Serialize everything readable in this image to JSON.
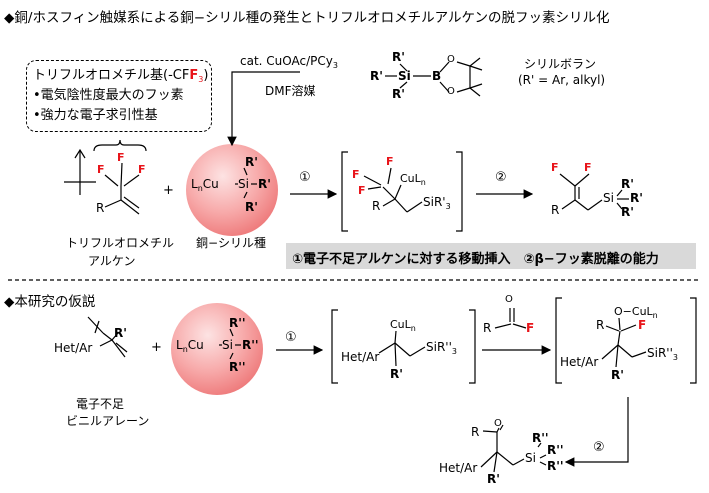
{
  "section1": {
    "title": "銅/ホスフィン触媒系による銅−シリル種の発生とトリフルオロメチルアルケンの脱フッ素シリル化",
    "box_title": "トリフルオロメチル基(-CF",
    "box_title_sub": "3",
    "box_title_close": ")",
    "box_line1": "電気陰性度最大のフッ素",
    "box_line2": "強力な電子求引性基",
    "catalyst": "cat. CuOAc/PCy",
    "catalyst_sub": "3",
    "solvent": "DMF溶媒",
    "silylborane_name": "シリルボラン",
    "silylborane_note": "(R' = Ar, alkyl)",
    "alkene_name_1": "トリフルオロメチル",
    "alkene_name_2": "アルケン",
    "copper_silyl_name": "銅−シリル種",
    "ability_text": "①電子不足アルケンに対する移動挿入　②β−フッ素脱離の能力",
    "step1": "①",
    "step2": "②"
  },
  "section2": {
    "title": "本研究の仮説",
    "alkene_name_1": "電子不足",
    "alkene_name_2": "ビニルアレーン",
    "step1": "①",
    "step2": "②"
  },
  "labels": {
    "F": "F",
    "R": "R",
    "Rp": "R'",
    "Rpp": "R''",
    "Si": "Si",
    "B": "B",
    "O": "O",
    "CuLn": "CuL",
    "n": "n",
    "LnCu": "L",
    "Cu": "Cu",
    "SiR3": "SiR'",
    "SiR3pp": "SiR''",
    "three": "3",
    "HetAr": "Het/Ar",
    "plus": "+"
  },
  "colors": {
    "fluorine": "#e8141a",
    "sphere": "#ec6f70",
    "ability_bg": "#d9d9d9"
  }
}
